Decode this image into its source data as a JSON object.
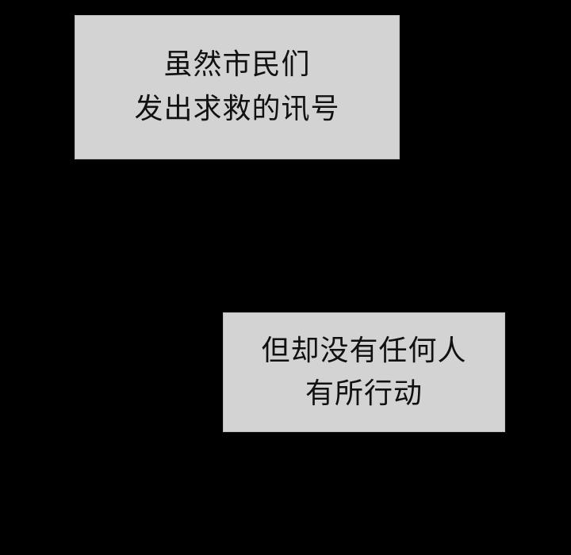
{
  "panel": {
    "background_color": "#000000",
    "caption_color": "#d3d3d3"
  },
  "captions": [
    {
      "lines": [
        "虽然市民们",
        "发出求救的讯号"
      ]
    },
    {
      "lines": [
        "但却没有任何人",
        "有所行动"
      ]
    }
  ]
}
